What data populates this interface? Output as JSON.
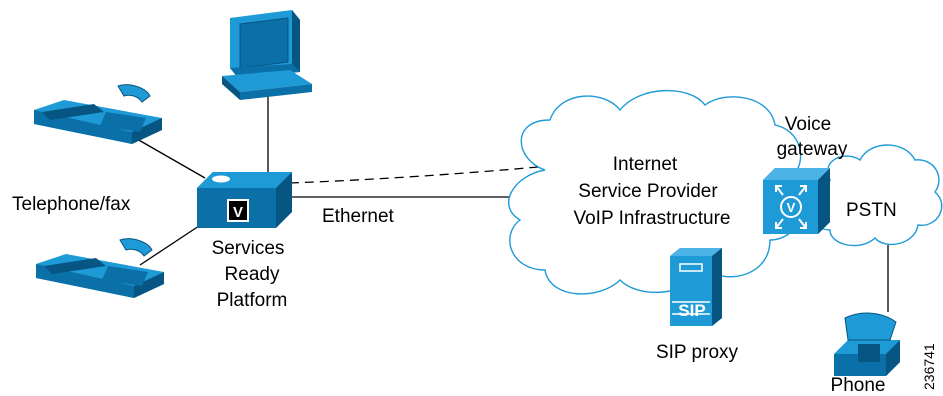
{
  "colors": {
    "device_light": "#1e9ad6",
    "device_mid": "#0b6fa8",
    "device_dark": "#075582",
    "line": "#000000",
    "cloud_stroke": "#1e9ad6"
  },
  "labels": {
    "telephone_fax": "Telephone/fax",
    "platform_line1": "Services",
    "platform_line2": "Ready",
    "platform_line3": "Platform",
    "ethernet": "Ethernet",
    "internet_line1": "Internet",
    "internet_line2": "Service Provider",
    "internet_line3": "VoIP Infrastructure",
    "voice_gateway_line1": "Voice",
    "voice_gateway_line2": "gateway",
    "pstn": "PSTN",
    "sip_proxy": "SIP proxy",
    "phone": "Phone",
    "figure_id": "236741"
  },
  "icon_text": {
    "platform_badge": "V",
    "gateway_badge": "V",
    "sip_badge": "SIP"
  },
  "icons": [
    "computer-icon",
    "telephone-fax-icon",
    "router-icon",
    "voice-gateway-icon",
    "sip-proxy-server-icon",
    "telephone-icon",
    "cloud-icon"
  ]
}
